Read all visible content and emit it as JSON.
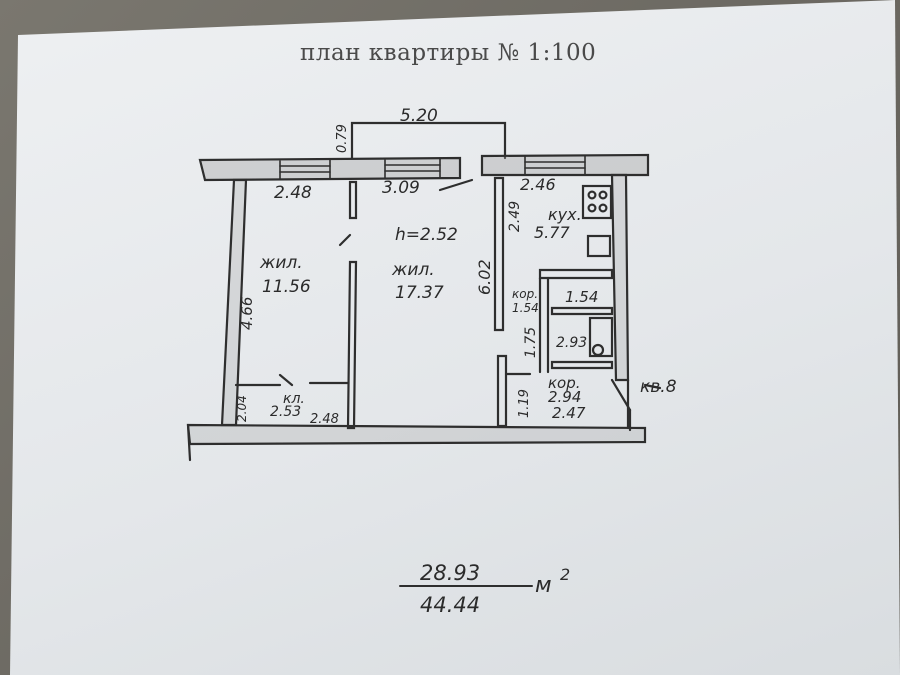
{
  "title": "план квартиры № 1:100",
  "plan": {
    "overall_width": "5.20",
    "offset_top": "0.79",
    "window_1": "2.48",
    "window_2": "3.09",
    "window_3": "2.46",
    "ceiling_height": "h=2.52",
    "room_left": {
      "label": "жил.",
      "area": "11.56",
      "depth": "4.66"
    },
    "room_center": {
      "label": "жил.",
      "area": "17.37",
      "depth": "6.02"
    },
    "kitchen": {
      "label": "кух.",
      "area": "5.77",
      "depth": "2.49"
    },
    "corridor_small": {
      "label": "кор.",
      "area": "1.54"
    },
    "bath": {
      "width": "1.54",
      "depth": "1.75",
      "wc": "2.93"
    },
    "corridor": {
      "label": "кор.",
      "area": "2.94",
      "width": "2.47",
      "depth": "1.19"
    },
    "closet": {
      "label": "кл.",
      "area": "2.53",
      "width": "2.48",
      "depth": "2.04"
    },
    "apartment_label": "кв.8"
  },
  "totals": {
    "living": "28.93",
    "total": "44.44",
    "unit": "м",
    "unit_power": "2"
  }
}
